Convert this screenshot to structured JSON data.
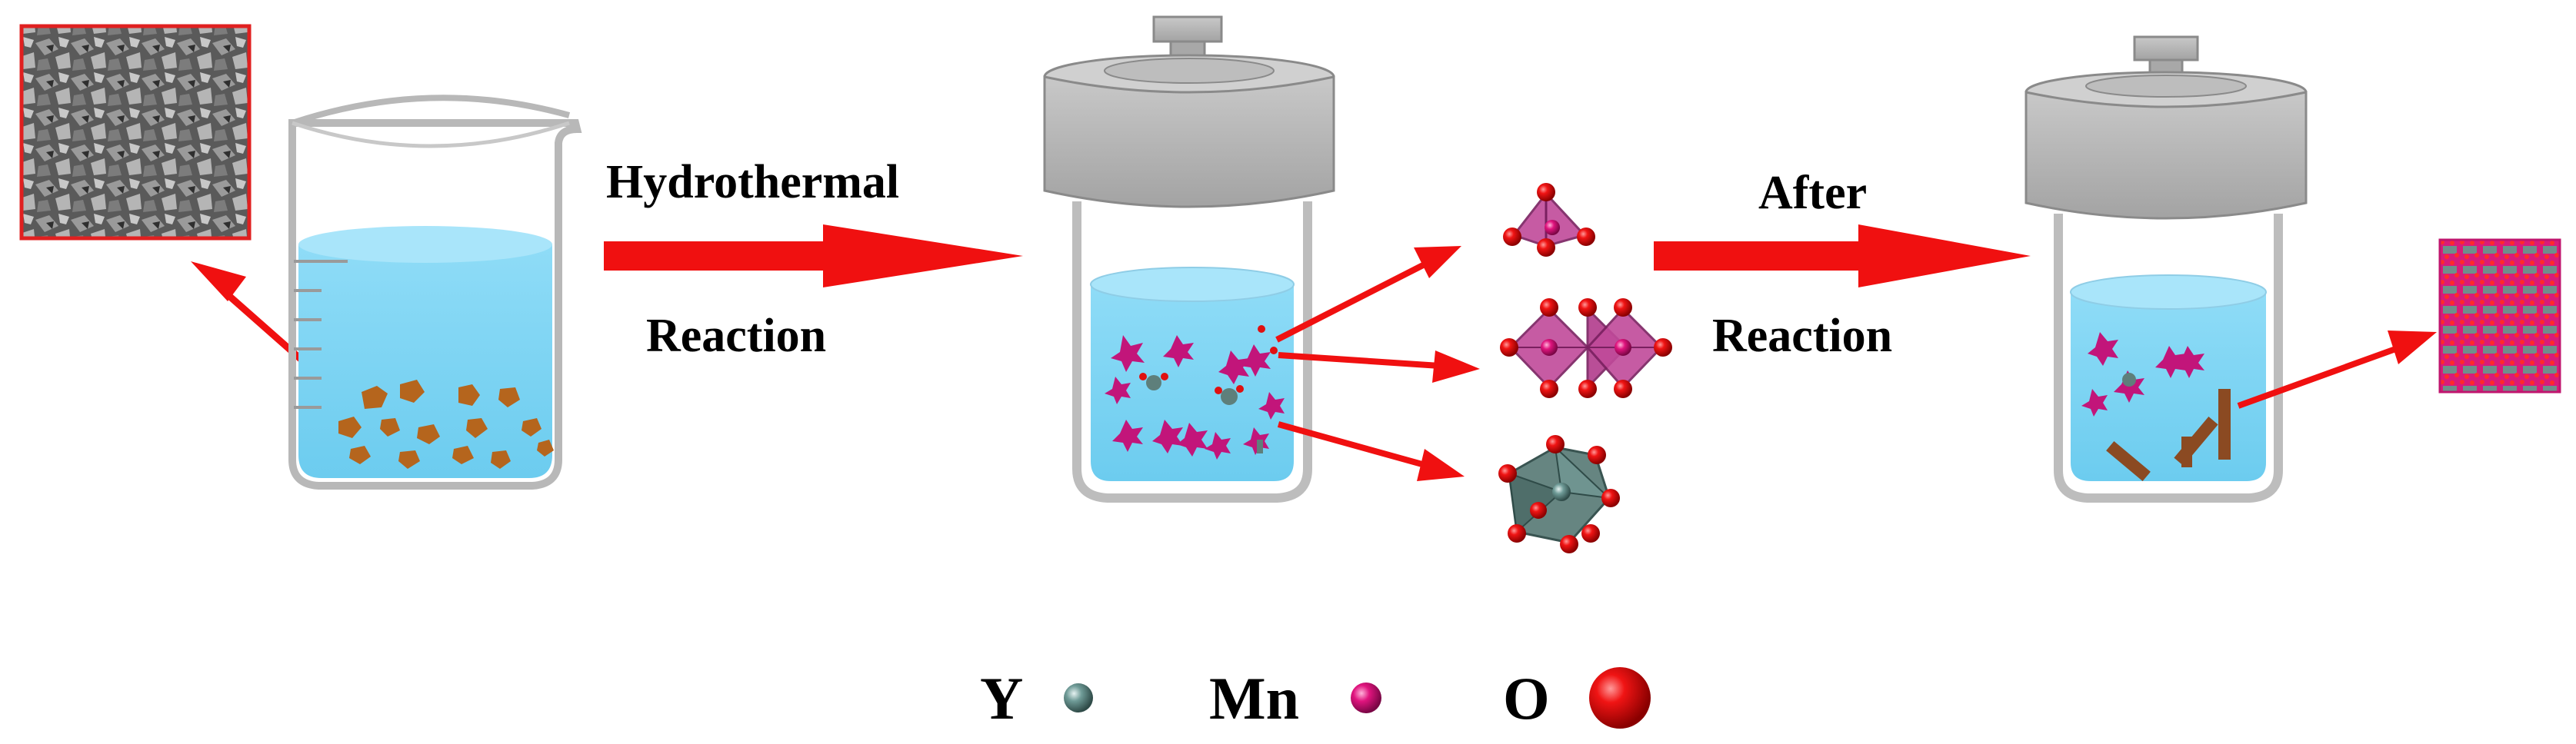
{
  "steps": {
    "step1_line1": "Hydrothermal",
    "step1_line2": "Reaction",
    "step2_line1": "After",
    "step2_line2": "Reaction"
  },
  "legend": [
    {
      "symbol": "Y",
      "color": "#6f9b97"
    },
    {
      "symbol": "Mn",
      "color": "#e0147e"
    },
    {
      "symbol": "O",
      "color": "#e01010"
    }
  ],
  "colors": {
    "arrow": "#f01010",
    "water": "#7dd6f5",
    "particles": "#b5651d",
    "autoclave_lid": "#b3b3b3",
    "polyhedron_mn": "#c04a9a",
    "polyhedron_y": "#5e7f7b"
  },
  "icons": [
    "sem-micrograph-image",
    "beaker-icon",
    "autoclave-icon",
    "mn-tetrahedron-icon",
    "mn-octahedra-pair-icon",
    "y-polyhedron-icon",
    "crystal-lattice-icon"
  ]
}
